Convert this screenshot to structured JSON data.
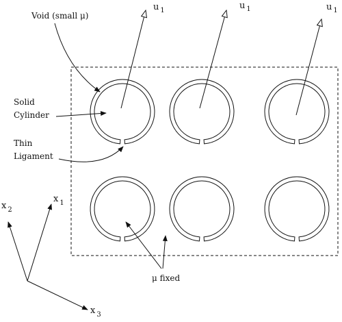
{
  "labels": {
    "void": "Void (small  μ)",
    "solid_line1": "Solid",
    "solid_line2": "Cylinder",
    "thin_line1": "Thin",
    "thin_line2": "Ligament",
    "mu_fixed": "μ  fixed"
  },
  "displacement": {
    "symbol": "u",
    "index": "1"
  },
  "axes": {
    "symbol": "x",
    "x1_index": "1",
    "x2_index": "2",
    "x3_index": "3"
  }
}
